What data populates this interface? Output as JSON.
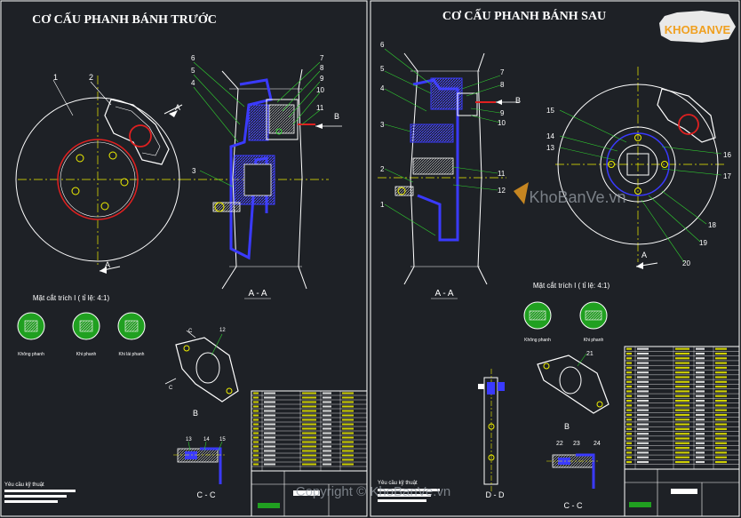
{
  "left_sheet": {
    "title": "CƠ CẤU PHANH BÁNH TRƯỚC",
    "section_view_label": "A - A",
    "detail_caption": "Mặt cắt trích I ( tỉ lệ: 4:1)",
    "detail_states": [
      "Không phanh",
      "Khi phanh",
      "Khi lái phanh"
    ],
    "view_b_label": "B",
    "view_cc_label": "C - C",
    "section_marker_a": "A",
    "arrow_b": "B",
    "arrow_c": "C",
    "part_numbers_view": [
      "1",
      "2"
    ],
    "part_numbers_section": [
      "6",
      "5",
      "4",
      "7",
      "8",
      "9",
      "10",
      "11",
      "3"
    ],
    "callout_b": "12",
    "callout_cc": [
      "13",
      "14",
      "15"
    ],
    "requirements_note": "Yêu cầu kỹ thuật"
  },
  "right_sheet": {
    "title": "CƠ CẤU PHANH BÁNH SAU",
    "section_view_label": "A - A",
    "detail_caption": "Mặt cắt trích I ( tỉ lệ: 4:1)",
    "detail_states": [
      "Không phanh",
      "Khi phanh"
    ],
    "view_b_label": "B",
    "view_cc_label": "C - C",
    "view_dd_label": "D - D",
    "section_marker_a": "A",
    "arrow_b": "B",
    "part_numbers_section": [
      "6",
      "5",
      "4",
      "3",
      "7",
      "8",
      "9",
      "10",
      "11",
      "12",
      "2",
      "1"
    ],
    "part_numbers_view": [
      "15",
      "14",
      "13",
      "16",
      "17",
      "18",
      "19",
      "20"
    ],
    "callout_b": "21",
    "callout_cc": [
      "22",
      "23",
      "24"
    ],
    "requirements_note": "Yêu cầu kỹ thuật"
  },
  "watermarks": {
    "logo_text": "KHOBANVE",
    "site": "KhoBanVe.vn",
    "copyright": "Copyright © KhoBanVe.vn"
  },
  "colors": {
    "background": "#1e2126",
    "outline": "#ffffff",
    "disc_red": "#e02020",
    "hydraulic_blue": "#3a3aff",
    "centerline_yellow": "#f0f000",
    "green_fill": "#20a020",
    "leader_green": "#30d030",
    "logo_orange": "#f0a020"
  }
}
